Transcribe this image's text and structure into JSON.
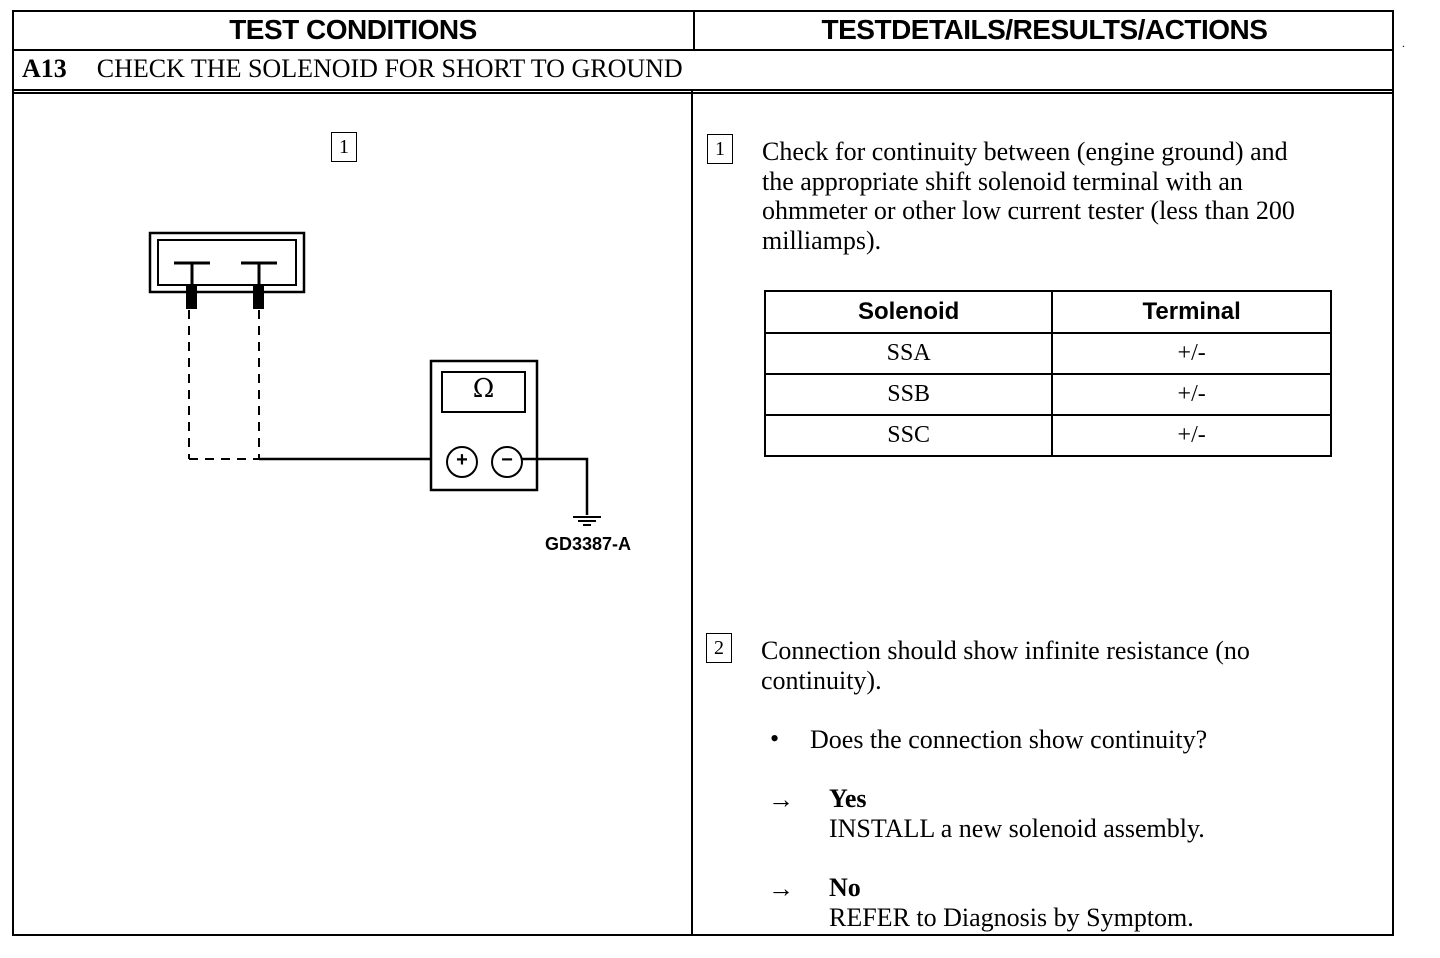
{
  "headers": {
    "left": "TEST CONDITIONS",
    "right": "TESTDETAILS/RESULTS/ACTIONS"
  },
  "step": {
    "code": "A13",
    "title": "CHECK THE SOLENOID FOR SHORT TO GROUND"
  },
  "diagram": {
    "marker": "1",
    "meter_symbol": "Ω",
    "plus": "+",
    "minus": "−",
    "figure_id": "GD3387-A",
    "icons": [
      "solenoid-connector-icon",
      "ohmmeter-icon",
      "ground-icon"
    ]
  },
  "details": {
    "step1": {
      "num": "1",
      "lines": [
        "Check for continuity between (engine ground) and",
        "the appropriate shift solenoid terminal with an",
        "ohmmeter or other low current tester (less than 200",
        "milliamps)."
      ]
    },
    "table": {
      "headers": [
        "Solenoid",
        "Terminal"
      ],
      "rows": [
        [
          "SSA",
          "+/-"
        ],
        [
          "SSB",
          "+/-"
        ],
        [
          "SSC",
          "+/-"
        ]
      ]
    },
    "step2": {
      "num": "2",
      "lines": [
        "Connection should show infinite resistance (no",
        "continuity)."
      ],
      "bullet": "•",
      "question": "Does the connection show continuity?",
      "arrow": "→",
      "yes": {
        "label": "Yes",
        "action": "INSTALL a new solenoid assembly."
      },
      "no": {
        "label": "No",
        "action": "REFER to Diagnosis by Symptom."
      }
    }
  },
  "stray_mark": "."
}
